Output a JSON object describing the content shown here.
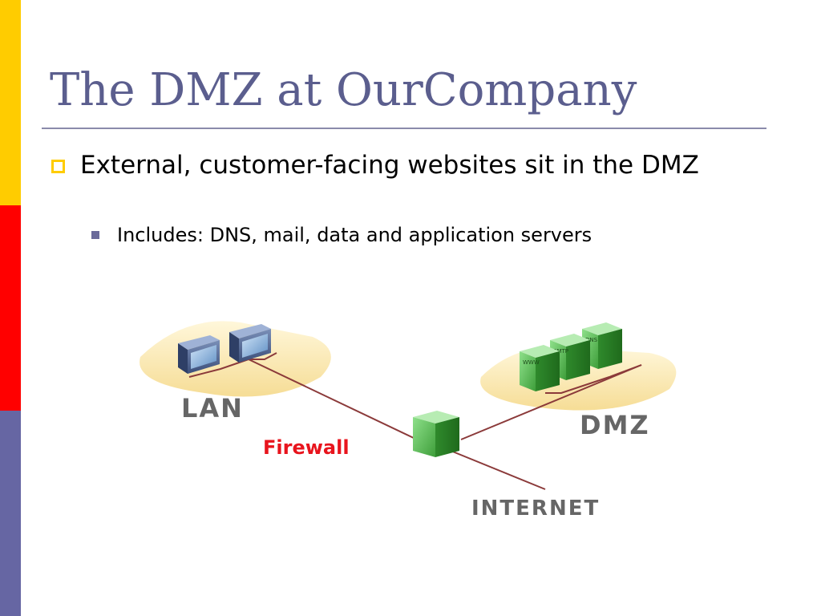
{
  "slide": {
    "title": "The DMZ at OurCompany",
    "bullets": [
      {
        "text": "External, customer-facing websites sit in the DMZ",
        "sub": [
          "Includes: DNS, mail, data and application servers"
        ]
      }
    ]
  },
  "diagram": {
    "lan_label": "LAN",
    "dmz_label": "DMZ",
    "firewall_label": "Firewall",
    "internet_label": "INTERNET",
    "server_labels": [
      "WWW",
      "SMTP",
      "DNS"
    ]
  },
  "colors": {
    "stripe_top": "#ffcc00",
    "stripe_middle": "#ff0000",
    "stripe_bottom": "#6666a3",
    "title": "#5b5e8e",
    "firewall_label": "#e8141d",
    "zone_labels": "#666666",
    "link_line": "#8b3a3a",
    "server_green": "#4fbf4a"
  }
}
